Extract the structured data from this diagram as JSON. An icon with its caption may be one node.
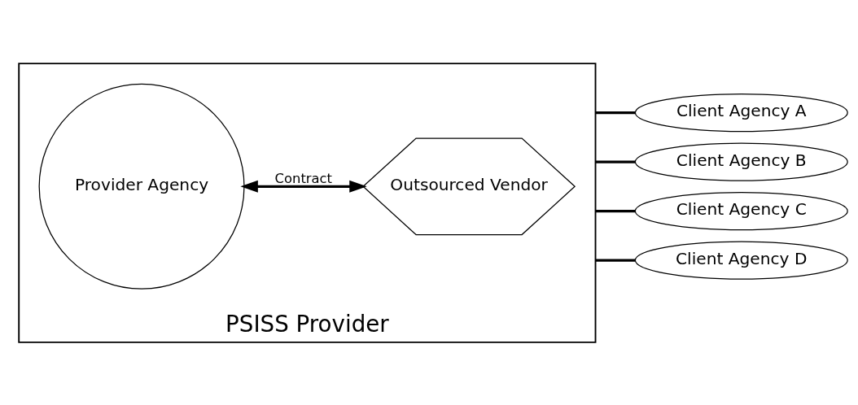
{
  "diagram": {
    "nodes": [
      {
        "text": [
          "PSISS Provider"
        ]
      },
      {
        "text": [
          "Provider Agency"
        ],
        "in": 0
      },
      {
        "text": [
          "Outsourced Vendor"
        ],
        "in": 0
      },
      {
        "text": [
          "Client Agency A"
        ]
      },
      {
        "text": [
          "Client Agency B"
        ]
      },
      {
        "text": [
          "Client Agency C"
        ]
      },
      {
        "text": [
          "Client Agency D"
        ]
      }
    ],
    "edges": [
      {
        "from": 1,
        "to": 2,
        "arrow": "both",
        "label": "Contract"
      },
      {
        "from": 0,
        "to": 3,
        "arrow": "none"
      },
      {
        "from": 0,
        "to": 4,
        "arrow": "none"
      },
      {
        "from": 0,
        "to": 5,
        "arrow": "none"
      },
      {
        "from": 0,
        "to": 6,
        "arrow": "none"
      }
    ]
  }
}
